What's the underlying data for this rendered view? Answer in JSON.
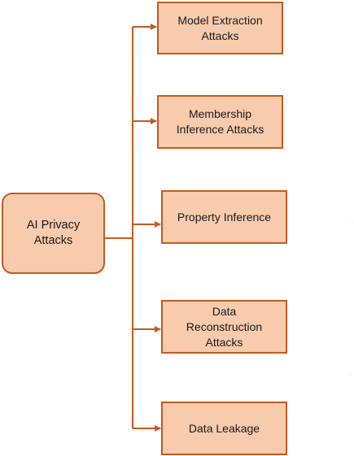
{
  "colors": {
    "box_fill": "#f8cbad",
    "box_border": "#c55a21",
    "connector": "#c55a21",
    "text": "#1a1a1a"
  },
  "root": {
    "label": "AI Privacy\nAttacks"
  },
  "children": [
    {
      "label": "Model Extraction\nAttacks"
    },
    {
      "label": "Membership\nInference  Attacks"
    },
    {
      "label": "Property Inference"
    },
    {
      "label": "Data\nReconstruction\nAttacks"
    },
    {
      "label": "Data Leakage"
    }
  ]
}
